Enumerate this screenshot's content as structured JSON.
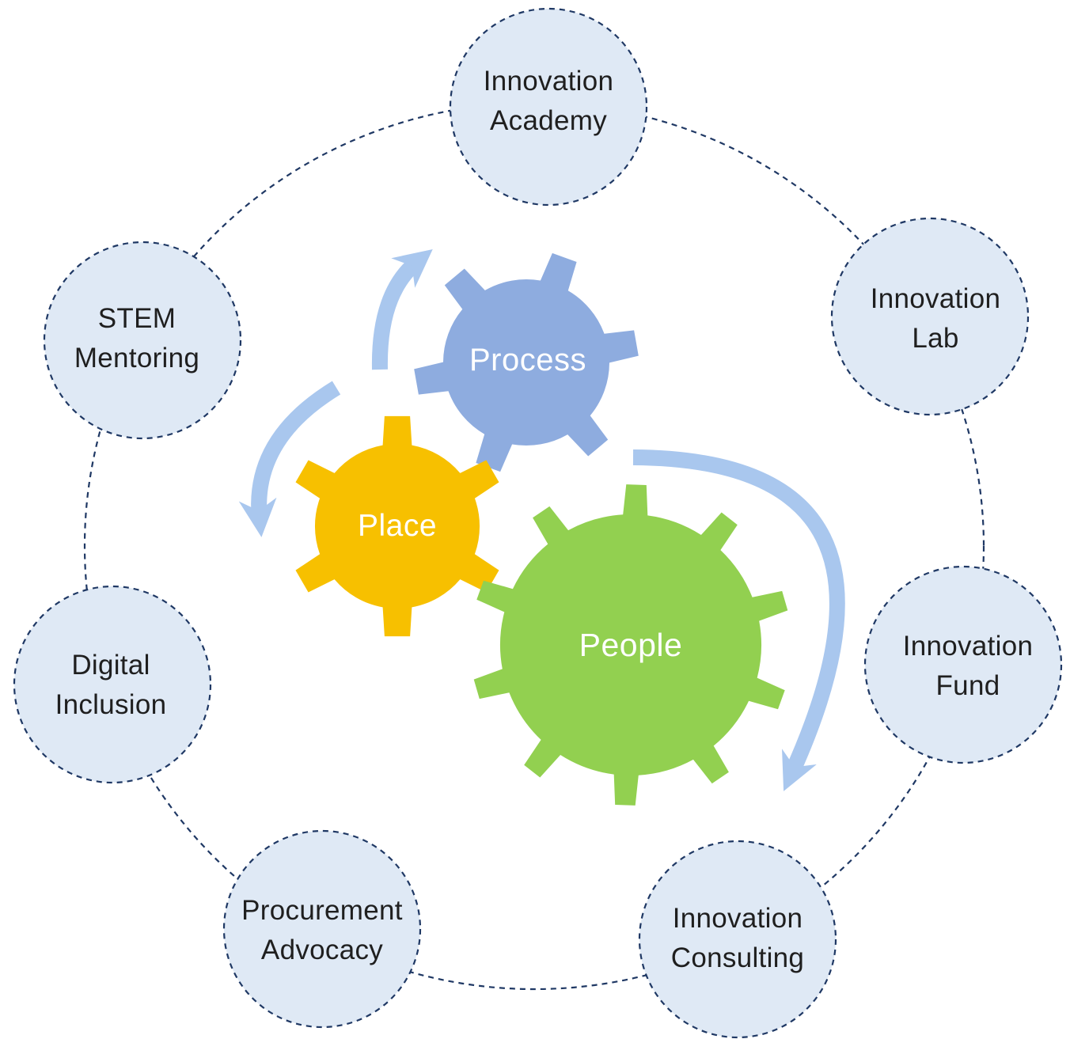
{
  "colors": {
    "ring_line": "#1f3864",
    "node_fill": "#dfe9f5",
    "node_stroke": "#1f3864",
    "arrow": "#a9c7ee",
    "process_gear": "#8eacdf",
    "place_gear": "#f7c000",
    "people_gear": "#92d050",
    "gear_text": "#ffffff"
  },
  "gears": {
    "process": {
      "label": "Process",
      "teeth": 6
    },
    "place": {
      "label": "Place",
      "teeth": 6
    },
    "people": {
      "label": "People",
      "teeth": 10
    }
  },
  "nodes": [
    {
      "id": "innovation-academy",
      "line1": "Innovation",
      "line2": "Academy"
    },
    {
      "id": "innovation-lab",
      "line1": "Innovation",
      "line2": "Lab"
    },
    {
      "id": "innovation-fund",
      "line1": "Innovation",
      "line2": "Fund"
    },
    {
      "id": "innovation-consulting",
      "line1": "Innovation",
      "line2": "Consulting"
    },
    {
      "id": "procurement-advocacy",
      "line1": "Procurement",
      "line2": "Advocacy"
    },
    {
      "id": "digital-inclusion",
      "line1": "Digital",
      "line2": "Inclusion"
    },
    {
      "id": "stem-mentoring",
      "line1": "STEM",
      "line2": "Mentoring"
    }
  ]
}
